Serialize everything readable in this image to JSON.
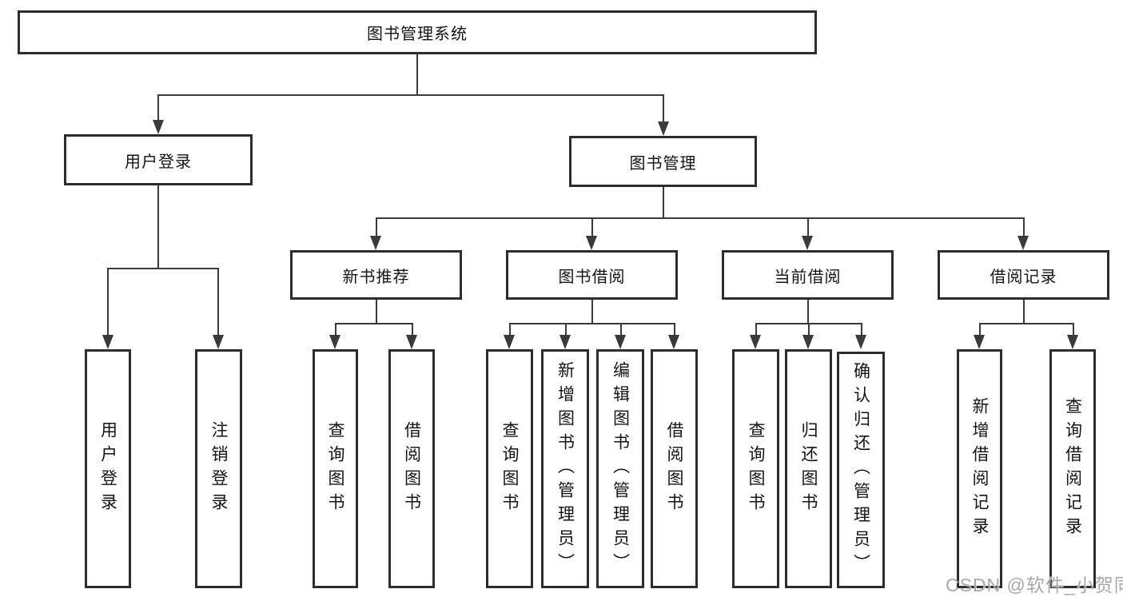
{
  "diagram": {
    "root": "图书管理系统",
    "branches": {
      "user_login": {
        "label": "用户登录",
        "children": [
          "用户登录",
          "注销登录"
        ]
      },
      "book_mgmt": {
        "label": "图书管理",
        "modules": [
          {
            "label": "新书推荐",
            "children": [
              "查询图书",
              "借阅图书"
            ]
          },
          {
            "label": "图书借阅",
            "children": [
              "查询图书",
              "新增图书（管理员）",
              "编辑图书（管理员）",
              "借阅图书"
            ]
          },
          {
            "label": "当前借阅",
            "children": [
              "查询图书",
              "归还图书",
              "确认归还（管理员）"
            ]
          },
          {
            "label": "借阅记录",
            "children": [
              "新增借阅记录",
              "查询借阅记录"
            ]
          }
        ]
      }
    }
  },
  "watermark": {
    "text": "CSDN @软件_小贺同学"
  },
  "colors": {
    "line": "#3a3a3a",
    "border": "#2d2d2d",
    "text": "#141414",
    "background": "#ffffff",
    "watermark": "#a8a8a8"
  }
}
